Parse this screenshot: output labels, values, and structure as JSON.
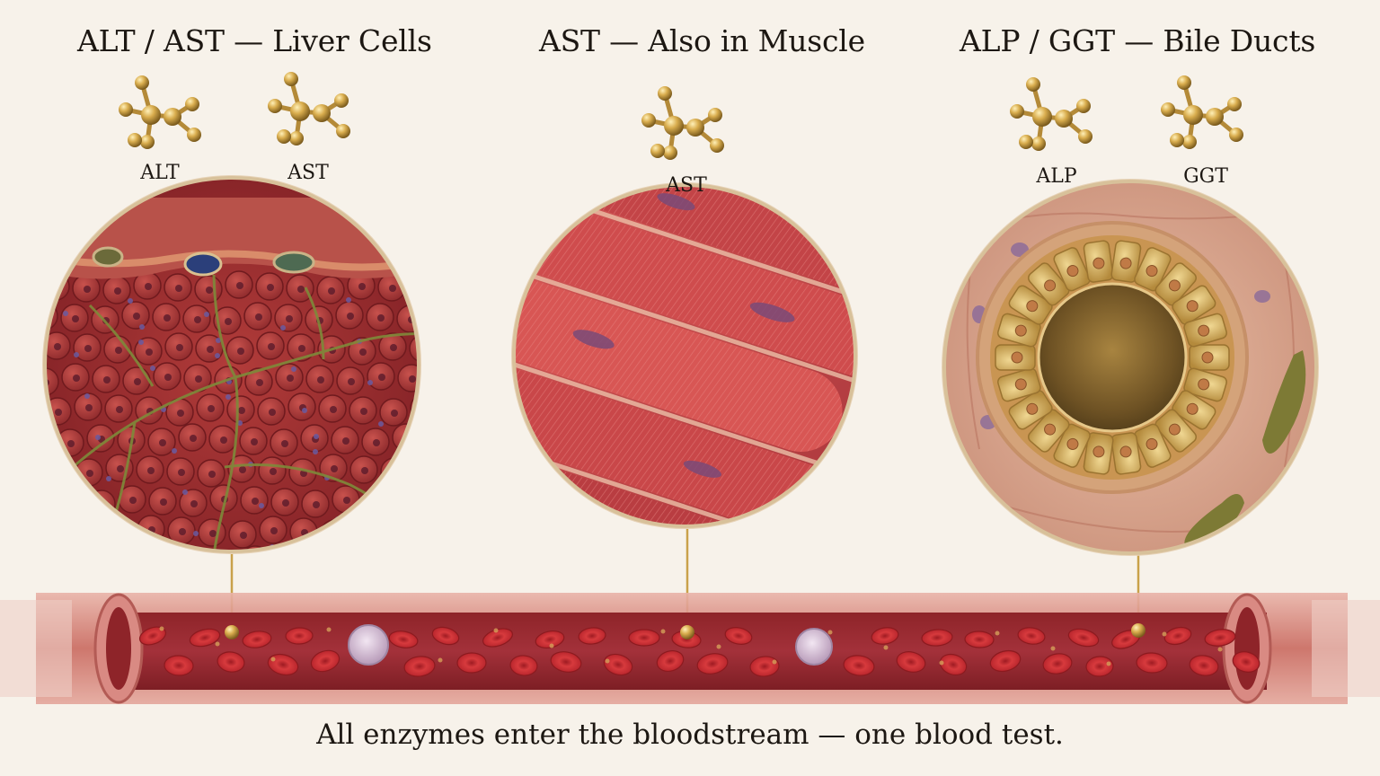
{
  "titles": {
    "liver": "ALT / AST — Liver Cells",
    "muscle": "AST — Also in Muscle",
    "bile": "ALP / GGT — Bile Ducts"
  },
  "molecules": {
    "liver_1": "ALT",
    "liver_2": "AST",
    "muscle_1": "AST",
    "bile_1": "ALP",
    "bile_2": "GGT"
  },
  "caption": "All enzymes enter the bloodstream — one blood test.",
  "colors": {
    "background": "#f7f2ea",
    "gold": "#c9a14a",
    "liver_tissue": "#9e2f2f",
    "muscle_tissue": "#c8484a",
    "bile_tissue": "#d9a98e",
    "blood_cell": "#c0262b",
    "vessel_wall": "#d98a83"
  }
}
